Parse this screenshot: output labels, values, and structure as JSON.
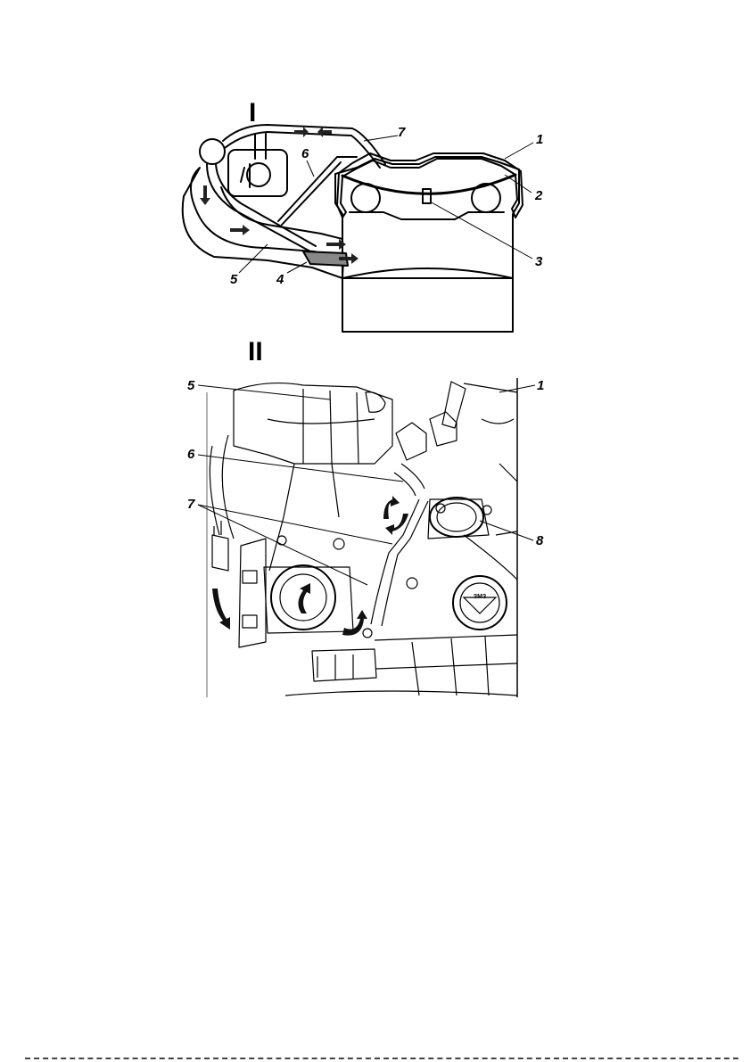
{
  "figure": {
    "view_I": {
      "title": "I",
      "callouts": [
        "1",
        "2",
        "3",
        "4",
        "5",
        "6",
        "7"
      ]
    },
    "view_II": {
      "title": "II",
      "callouts": [
        "1",
        "5",
        "6",
        "7",
        "8"
      ],
      "cap_logo": "ЗМЗ"
    }
  }
}
